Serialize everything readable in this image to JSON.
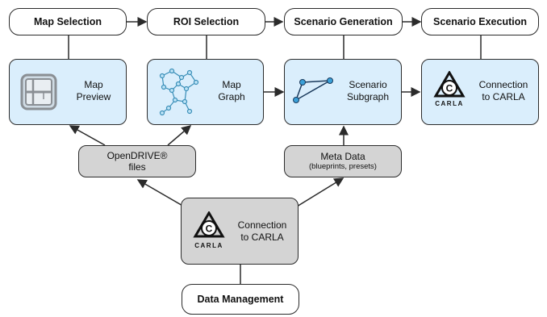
{
  "stages": {
    "map_selection": "Map Selection",
    "roi_selection": "ROI Selection",
    "scenario_generation": "Scenario Generation",
    "scenario_execution": "Scenario Execution"
  },
  "panels": {
    "map_preview": {
      "line1": "Map",
      "line2": "Preview"
    },
    "map_graph": {
      "line1": "Map",
      "line2": "Graph"
    },
    "scenario_subgraph": {
      "line1": "Scenario",
      "line2": "Subgraph"
    },
    "connection_carla_top": {
      "line1": "Connection",
      "line2": "to CARLA",
      "logo_text": "CARLA"
    }
  },
  "inputs": {
    "opendrive": {
      "line1": "OpenDRIVE®",
      "line2": "files"
    },
    "meta_data": {
      "line1": "Meta Data",
      "line2": "(blueprints, presets)"
    }
  },
  "center": {
    "line1": "Connection",
    "line2": "to CARLA",
    "logo_text": "CARLA"
  },
  "bottom": {
    "label": "Data Management"
  },
  "colors": {
    "panel_fill": "#daeefc",
    "grey_fill": "#d4d4d4",
    "stroke": "#2b2b2b",
    "icon_blue": "#3aa0d8"
  },
  "icons": [
    "map-preview-icon",
    "map-graph-icon",
    "subgraph-icon",
    "carla-logo-icon"
  ]
}
